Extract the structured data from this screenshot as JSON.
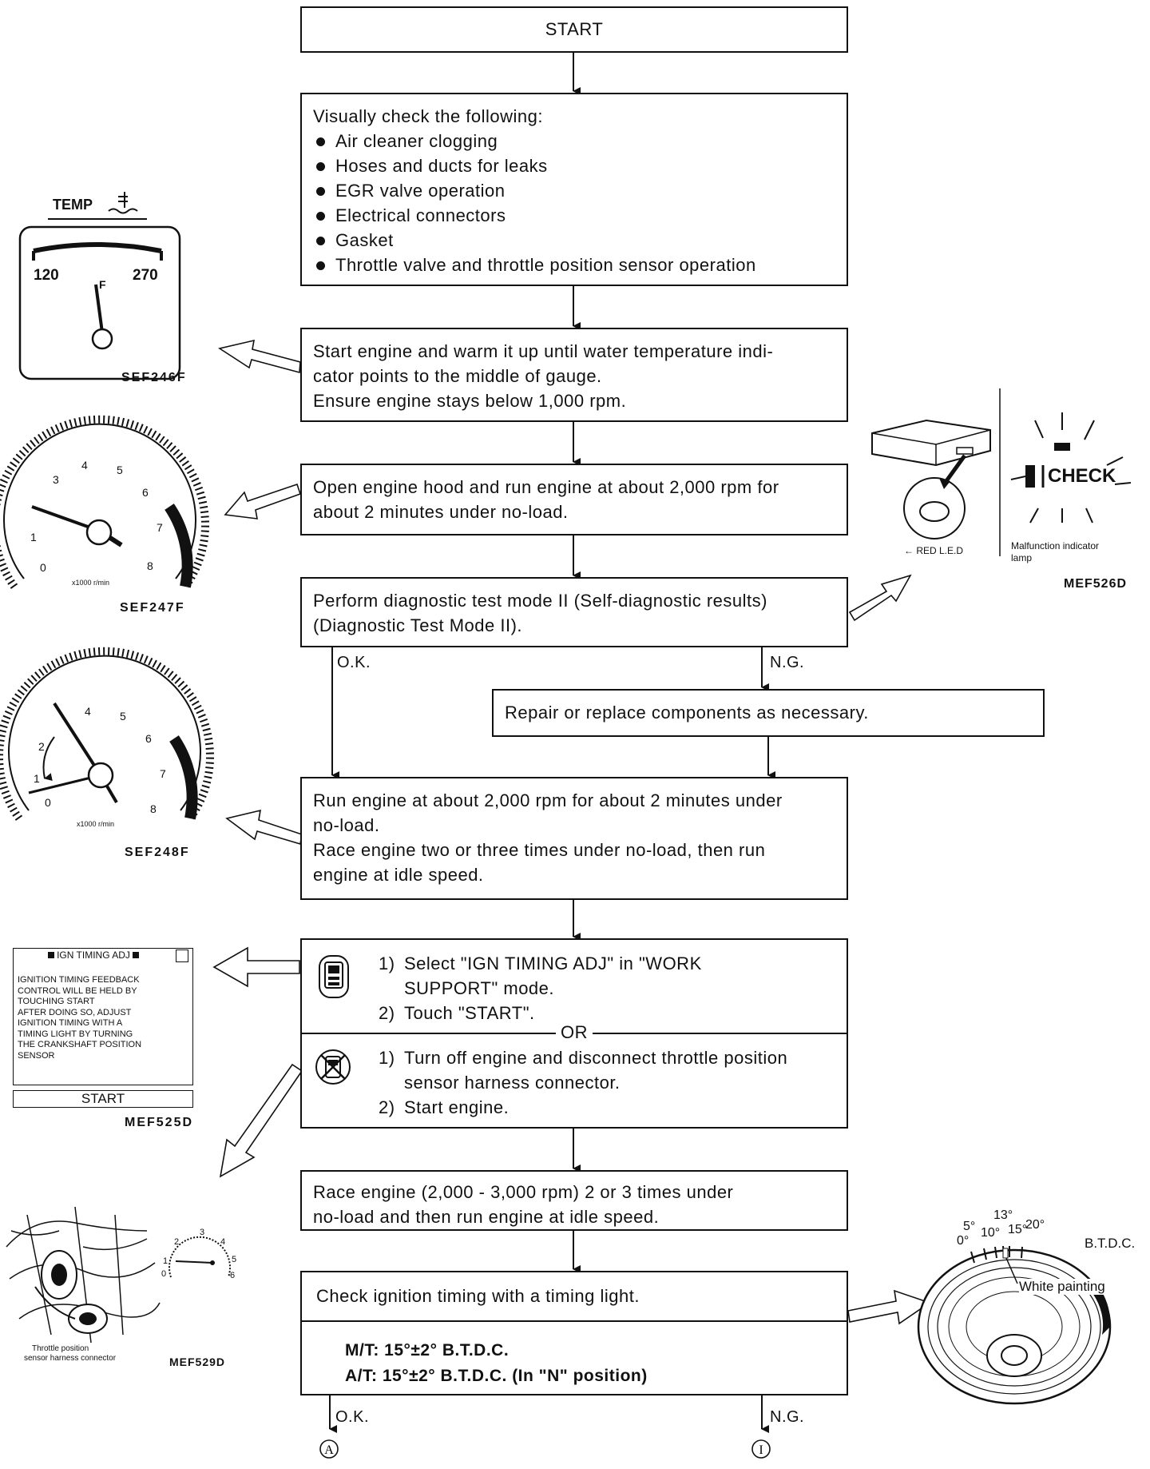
{
  "flow": {
    "start": "START",
    "step1": {
      "title": "Visually check the following:",
      "items": [
        "Air cleaner clogging",
        "Hoses and ducts for leaks",
        "EGR valve operation",
        "Electrical connectors",
        "Gasket",
        "Throttle valve and throttle position sensor operation"
      ]
    },
    "step2": [
      "Start engine and warm it up until water temperature indi-",
      "cator points to the middle of gauge.",
      "Ensure engine stays below 1,000 rpm."
    ],
    "step3": [
      "Open engine hood and run engine at about 2,000 rpm for",
      "about 2 minutes under no-load."
    ],
    "step4": [
      "Perform diagnostic test mode II (Self-diagnostic results)",
      "(Diagnostic Test Mode II)."
    ],
    "ok_label": "O.K.",
    "ng_label": "N.G.",
    "repair": "Repair or replace components as necessary.",
    "step5": [
      "Run engine at about 2,000 rpm for about 2 minutes under",
      "no-load.",
      "Race engine two or three times under no-load, then run",
      "engine at idle speed."
    ],
    "step6": {
      "a1_num": "1)",
      "a1_line1": "Select \"IGN TIMING ADJ\" in \"WORK",
      "a1_line2": "SUPPORT\" mode.",
      "a2_num": "2)",
      "a2": "Touch \"START\".",
      "or": "OR",
      "b1_num": "1)",
      "b1_line1": "Turn off engine and disconnect throttle position",
      "b1_line2": "sensor harness connector.",
      "b2_num": "2)",
      "b2": "Start engine."
    },
    "step7": [
      "Race engine (2,000 - 3,000 rpm) 2 or 3 times under",
      "no-load and then run engine at idle speed."
    ],
    "step8": {
      "title": "Check ignition timing with a timing light.",
      "mt": "M/T: 15°±2° B.T.D.C.",
      "at": "A/T: 15°±2° B.T.D.C. (In \"N\" position)"
    },
    "end_ok": "O.K.",
    "end_ng": "N.G.",
    "end_ok_marker": "A",
    "end_ng_marker": "I"
  },
  "figures": {
    "temp": {
      "title": "TEMP",
      "low": "120",
      "high": "270",
      "mid": "F",
      "code": "SEF246F"
    },
    "tacho1": {
      "ticks": [
        "0",
        "1",
        "3",
        "4",
        "5",
        "6",
        "7",
        "8"
      ],
      "unit": "x1000 r/min",
      "code": "SEF247F"
    },
    "tacho2": {
      "ticks": [
        "0",
        "1",
        "2",
        "4",
        "5",
        "6",
        "7",
        "8"
      ],
      "unit": "x1000 r/min",
      "code": "SEF248F"
    },
    "check": {
      "led": "← RED L.E.D",
      "lamp_text": "CHECK",
      "caption1": "Malfunction indicator",
      "caption2": "lamp",
      "code": "MEF526D"
    },
    "screen": {
      "header": "IGN TIMING ADJ",
      "lines": [
        "IGNITION TIMING FEEDBACK",
        "CONTROL WILL BE HELD BY",
        "TOUCHING START",
        "AFTER DOING SO, ADJUST",
        "IGNITION TIMING WITH A",
        "TIMING LIGHT BY TURNING",
        "THE CRANKSHAFT POSITION",
        "SENSOR"
      ],
      "button": "START",
      "code": "MEF525D"
    },
    "engine": {
      "caption1": "Throttle position",
      "caption2": "sensor harness connector",
      "code": "MEF529D",
      "dial": [
        "0",
        "1",
        "2",
        "3",
        "4",
        "5",
        "6"
      ]
    },
    "pulley": {
      "marks": [
        "0°",
        "5°",
        "10°",
        "13°",
        "15°",
        "20°"
      ],
      "btdc": "B.T.D.C.",
      "paint": "White painting"
    }
  }
}
